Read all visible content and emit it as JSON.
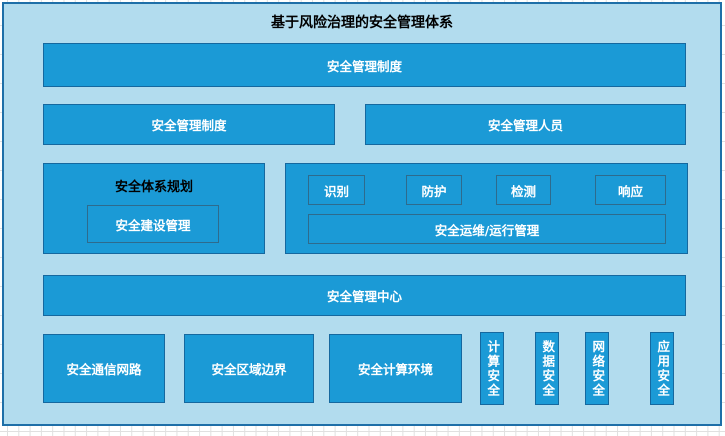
{
  "colors": {
    "panel_bg": "#b2dcee",
    "panel_border": "#1e6fa8",
    "box_bg": "#1b9ad6",
    "box_border": "#15689f",
    "inner_box_border": "#2e6b8d",
    "title_text": "#000000",
    "box_text": "#ffffff"
  },
  "title": "基于风险治理的安全管理体系",
  "layers": {
    "top_bar": "安全管理制度",
    "row2": [
      "安全管理制度",
      "安全管理人员"
    ],
    "planning": {
      "title": "安全体系规划",
      "inner": "安全建设管理"
    },
    "operations": {
      "items": [
        "识别",
        "防护",
        "检测",
        "响应"
      ],
      "bar": "安全运维/运行管理"
    },
    "mgmt_center": "安全管理中心",
    "bottom": [
      "安全通信网路",
      "安全区域边界",
      "安全计算环境"
    ],
    "vertical": [
      "计算安全",
      "数据安全",
      "网络安全",
      "应用安全"
    ]
  }
}
